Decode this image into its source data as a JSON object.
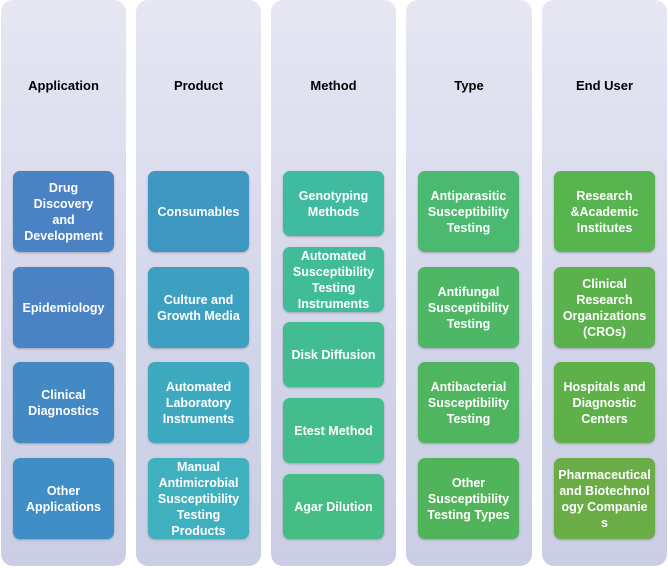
{
  "columns": [
    {
      "title": "Application",
      "items": [
        "Drug Discovery and Development",
        "Epidemiology",
        "Clinical Diagnostics",
        "Other Applications"
      ]
    },
    {
      "title": "Product",
      "items": [
        "Consumables",
        "Culture and Growth Media",
        "Automated Laboratory Instruments",
        "Manual Antimicrobial Susceptibility Testing Products"
      ]
    },
    {
      "title": "Method",
      "items": [
        "Genotyping Methods",
        "Automated Susceptibility Testing Instruments",
        "Disk Diffusion",
        "Etest Method",
        "Agar Dilution"
      ]
    },
    {
      "title": "Type",
      "items": [
        "Antiparasitic Susceptibility Testing",
        "Antifungal Susceptibility Testing",
        "Antibacterial Susceptibility Testing",
        "Other Susceptibility Testing Types"
      ]
    },
    {
      "title": "End User",
      "items": [
        "Research &Academic Institutes",
        "Clinical Research Organizations (CROs)",
        "Hospitals and Diagnostic Centers",
        "Pharmaceutical and Biotechnology Companies"
      ]
    }
  ],
  "colors": {
    "application": "#4a82c3",
    "product": "#3fa6c0",
    "method": "#42bc92",
    "type": "#52b45a",
    "end_user": "#62ae4a"
  }
}
